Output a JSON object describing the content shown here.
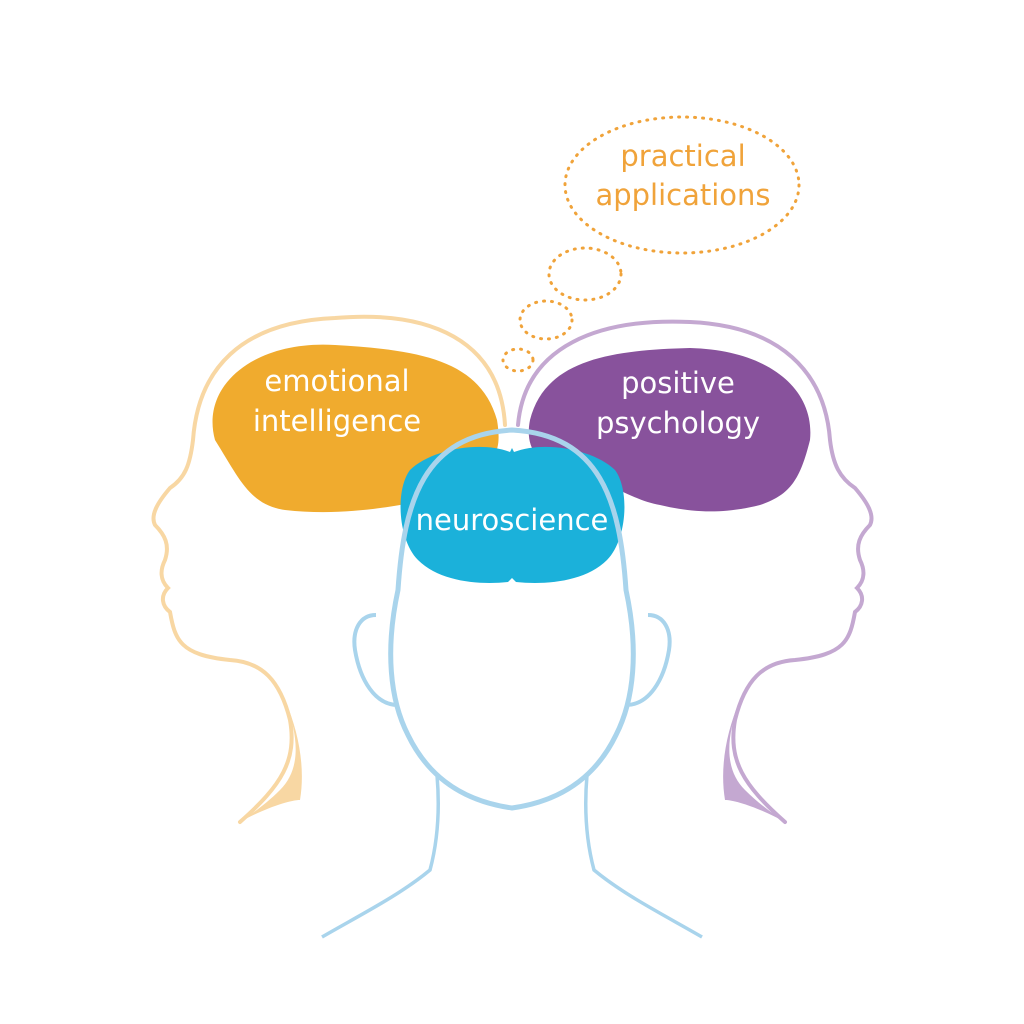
{
  "diagram": {
    "thought_bubble": {
      "line1": "practical",
      "line2": "applications"
    },
    "left_brain": {
      "line1": "emotional",
      "line2": "intelligence"
    },
    "right_brain": {
      "line1": "positive",
      "line2": "psychology"
    },
    "center_brain": {
      "label": "neuroscience"
    }
  },
  "colors": {
    "orange": "#f0ab2e",
    "orange_light": "#f8d7a3",
    "purple": "#88529c",
    "purple_light": "#c4a8d1",
    "blue": "#1bb1da",
    "blue_light": "#a9d4ec",
    "dotted": "#f0a33a"
  }
}
